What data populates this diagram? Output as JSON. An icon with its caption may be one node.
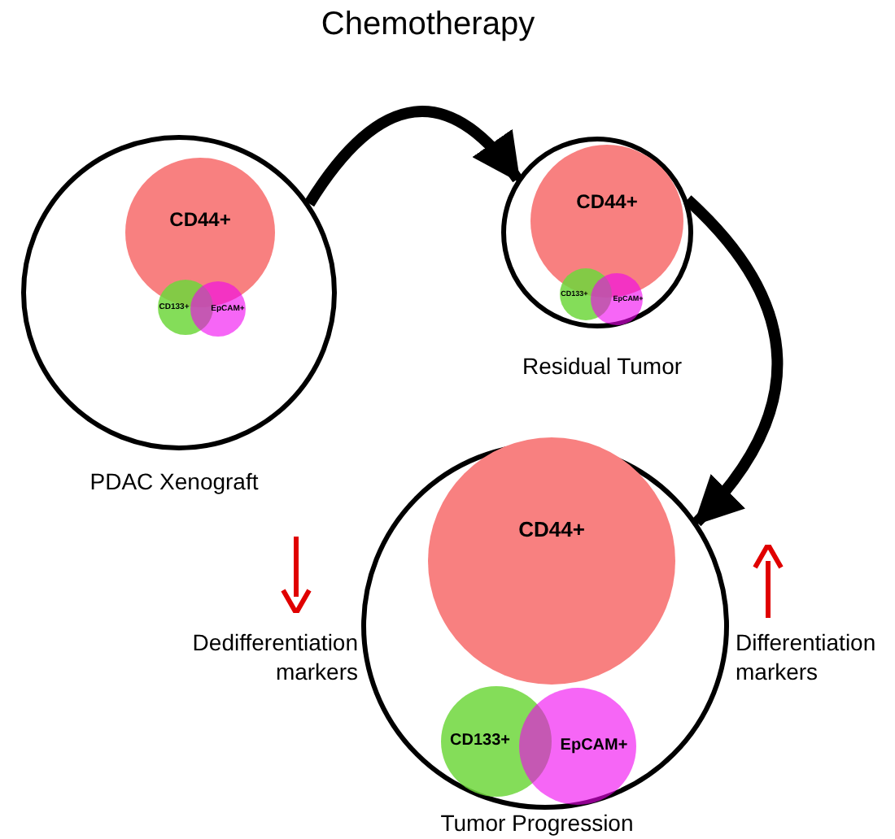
{
  "diagram": {
    "nodes": [
      {
        "text": [],
        "shape": "circle",
        "beside": [
          "PDAC Xenograft"
        ]
      },
      {
        "text": [
          "CD44+"
        ],
        "in": 0
      },
      {
        "text": [
          "CD133+"
        ],
        "in": 0
      },
      {
        "text": [
          "EpCAM+"
        ],
        "in": 0
      },
      {
        "text": [],
        "shape": "circle",
        "beside": [
          "Residual Tumor"
        ]
      },
      {
        "text": [
          "CD44+"
        ],
        "in": 4
      },
      {
        "text": [
          "CD133+"
        ],
        "in": 4
      },
      {
        "text": [
          "EpCAM+"
        ],
        "in": 4
      },
      {
        "text": [],
        "shape": "circle",
        "beside": [
          "Tumor Progression"
        ]
      },
      {
        "text": [
          "CD44+"
        ],
        "in": 8
      },
      {
        "text": [
          "CD133+"
        ],
        "in": 8
      },
      {
        "text": [
          "EpCAM+"
        ],
        "in": 8
      }
    ],
    "edges": [
      {
        "from": 0,
        "to": 4,
        "arrow": "to",
        "label": "Chemotherapy"
      },
      {
        "from": 4,
        "to": 8,
        "arrow": "to"
      }
    ],
    "labels": [
      "Dedifferentiation markers",
      "Differentiation markers"
    ]
  }
}
